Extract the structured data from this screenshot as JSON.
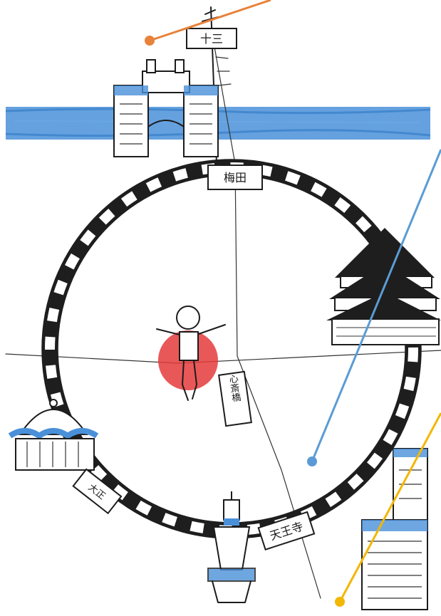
{
  "stations": {
    "juso": "十三",
    "umeda": "梅田",
    "shinsaibashi": "心斎橋",
    "tennoji": "天王寺",
    "taisho": "大正"
  },
  "colors": {
    "river": "#4a90d9",
    "pointer_orange": "#e8823a",
    "pointer_blue": "#5b9bd5",
    "pointer_yellow": "#f2b705",
    "runner_red": "#e53b3b",
    "ink": "#1c1c1c"
  },
  "icons": {
    "runner": "running-person-icon",
    "castle": "osaka-castle-icon",
    "dome": "dome-building-icon",
    "tower": "tower-icon",
    "skyscraper": "skyscraper-icon",
    "gate_building": "umeda-sky-building-icon"
  }
}
